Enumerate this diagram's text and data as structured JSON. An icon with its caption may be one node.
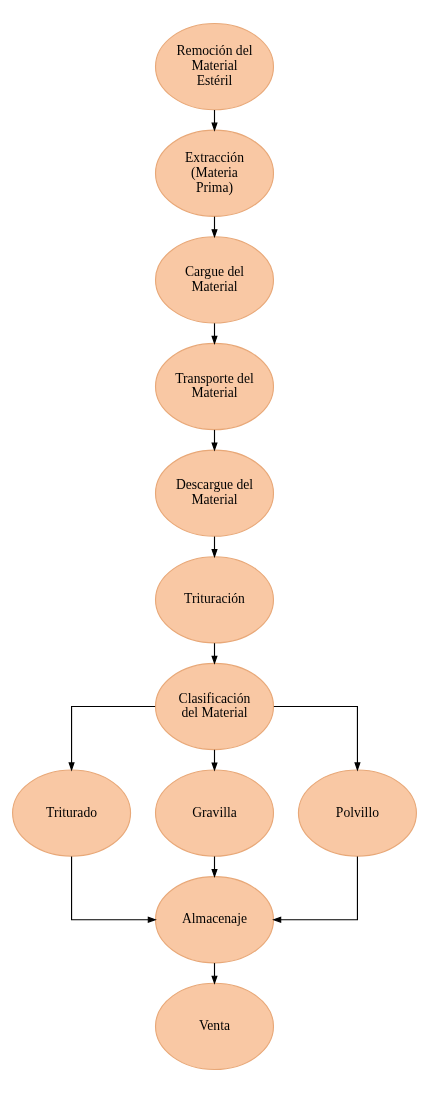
{
  "diagram": {
    "nodes": [
      {
        "text": [
          "Remoción del Material Estéril"
        ]
      },
      {
        "text": [
          "Extracción (Materia Prima)"
        ]
      },
      {
        "text": [
          "Cargue del Material"
        ]
      },
      {
        "text": [
          "Transporte del Material"
        ]
      },
      {
        "text": [
          "Descargue del Material"
        ]
      },
      {
        "text": [
          "Trituración"
        ]
      },
      {
        "text": [
          "Clasificación del Material"
        ]
      },
      {
        "text": [
          "Triturado"
        ]
      },
      {
        "text": [
          "Gravilla"
        ]
      },
      {
        "text": [
          "Polvillo"
        ]
      },
      {
        "text": [
          "Almacenaje"
        ]
      },
      {
        "text": [
          "Venta"
        ]
      }
    ],
    "edges": [
      {
        "from": 0,
        "to": 1,
        "arrow": "to"
      },
      {
        "from": 1,
        "to": 2,
        "arrow": "to"
      },
      {
        "from": 2,
        "to": 3,
        "arrow": "to"
      },
      {
        "from": 3,
        "to": 4,
        "arrow": "to"
      },
      {
        "from": 4,
        "to": 5,
        "arrow": "to"
      },
      {
        "from": 5,
        "to": 6,
        "arrow": "to"
      },
      {
        "from": 6,
        "to": 7,
        "arrow": "to"
      },
      {
        "from": 6,
        "to": 8,
        "arrow": "to"
      },
      {
        "from": 6,
        "to": 9,
        "arrow": "to"
      },
      {
        "from": 7,
        "to": 10,
        "arrow": "to"
      },
      {
        "from": 8,
        "to": 10,
        "arrow": "to"
      },
      {
        "from": 9,
        "to": 10,
        "arrow": "to"
      },
      {
        "from": 10,
        "to": 11,
        "arrow": "to"
      }
    ]
  }
}
